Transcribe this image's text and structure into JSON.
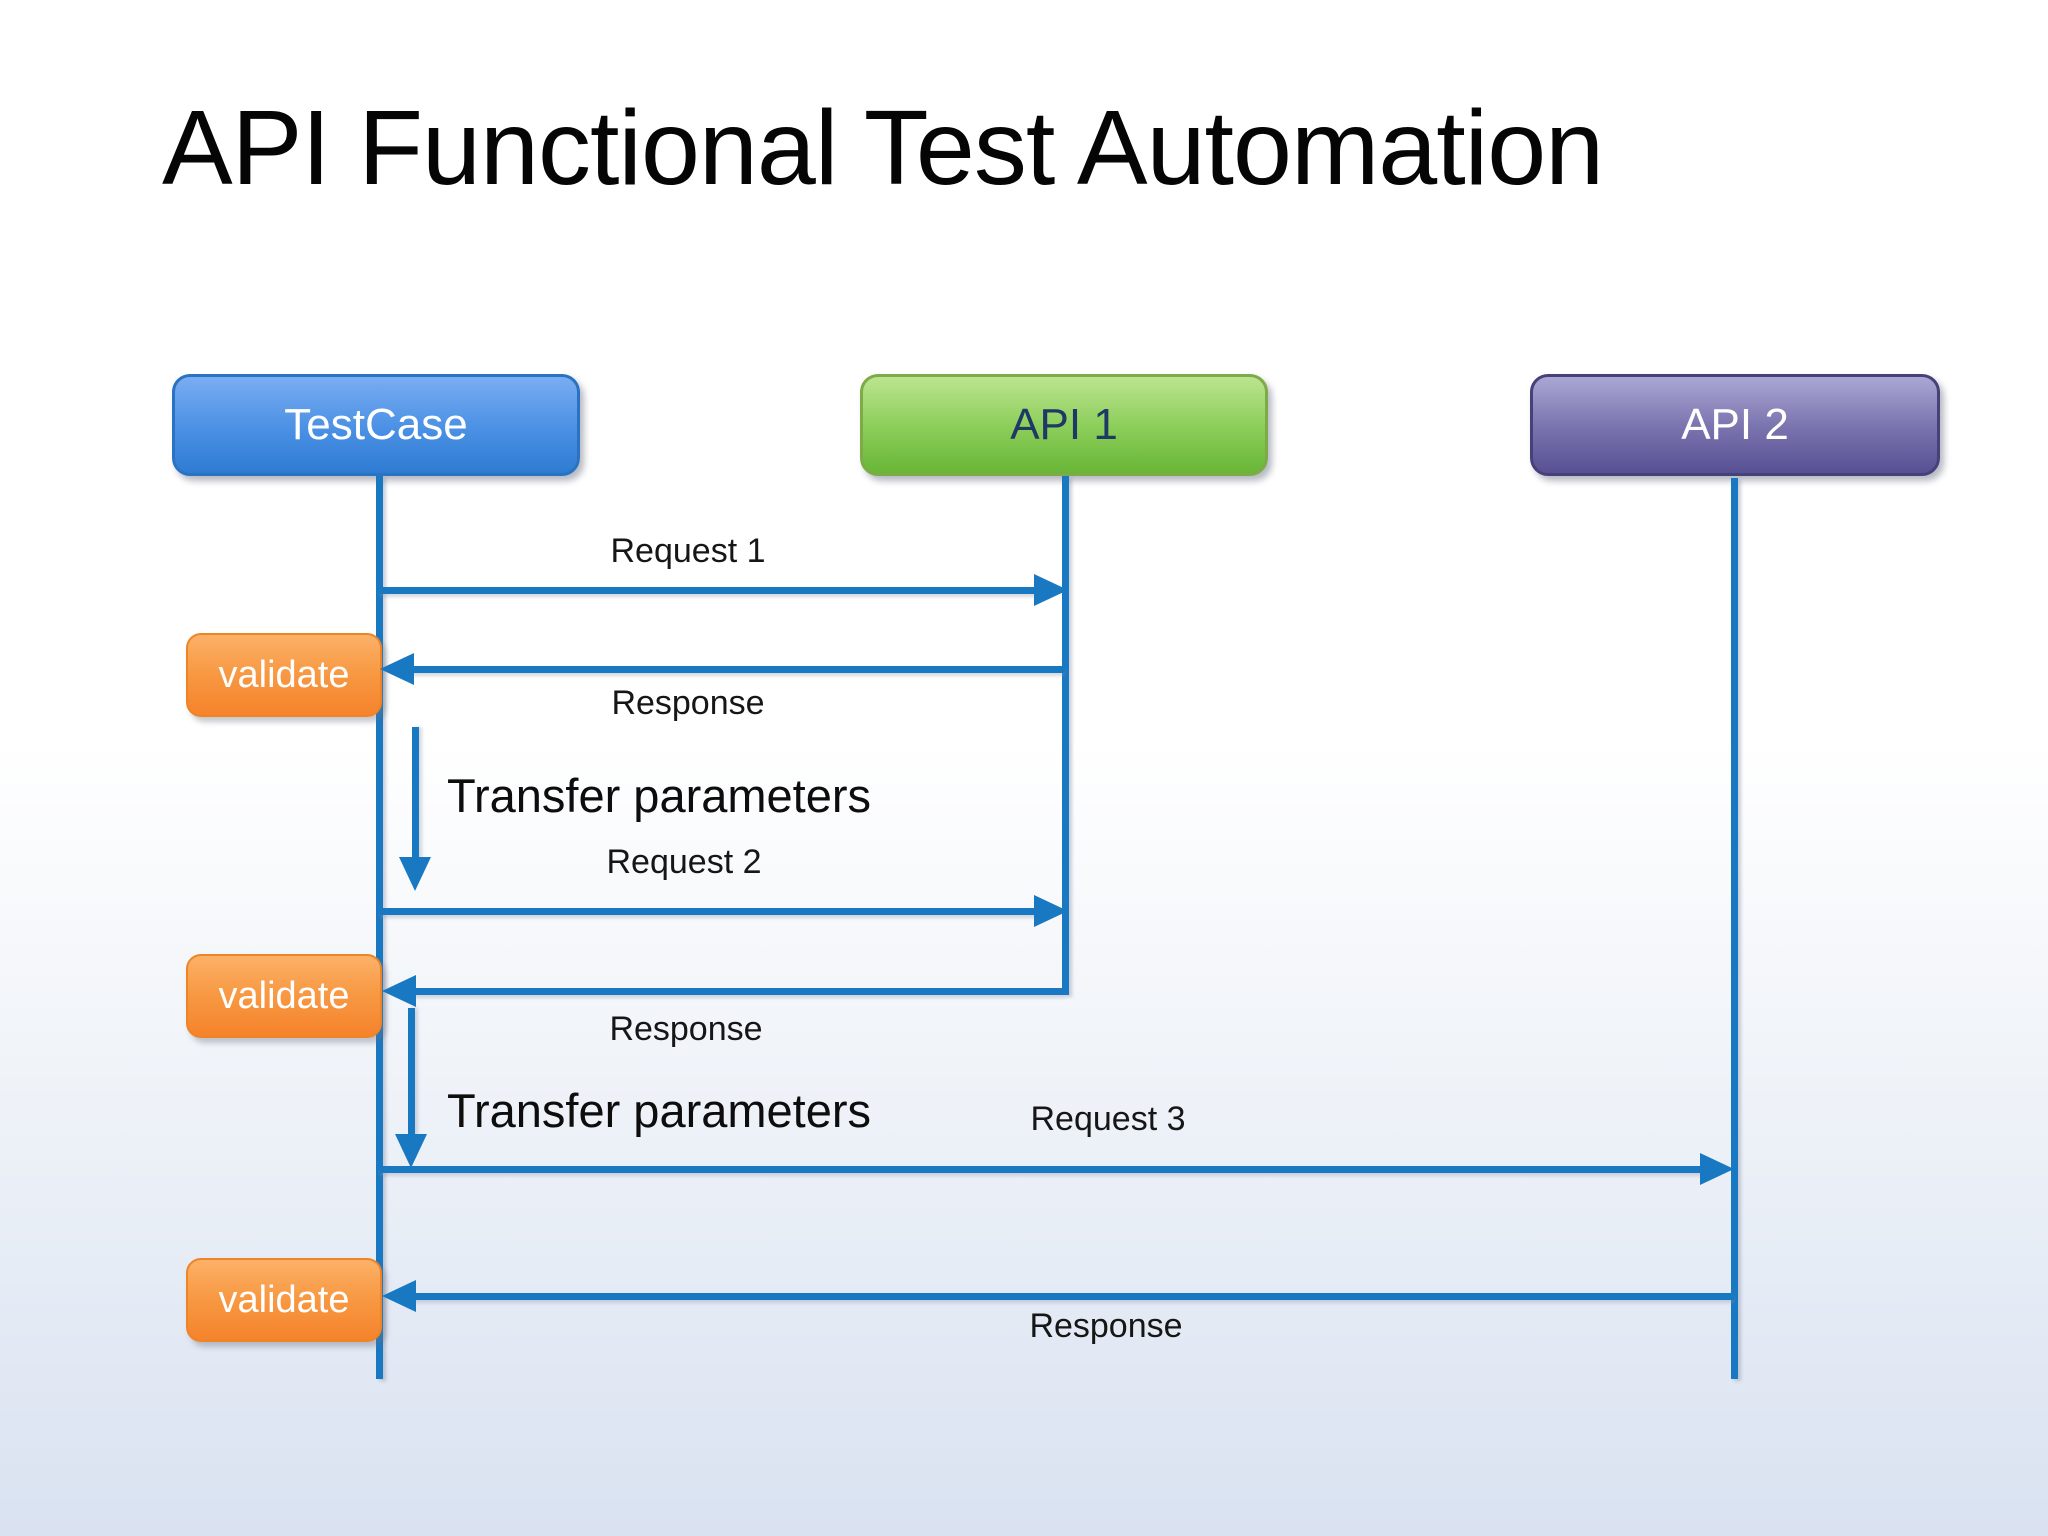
{
  "slide": {
    "title": "API Functional Test Automation"
  },
  "actors": [
    {
      "label": "TestCase"
    },
    {
      "label": "API 1"
    },
    {
      "label": "API 2"
    }
  ],
  "validate_badges": [
    {
      "label": "validate"
    },
    {
      "label": "validate"
    },
    {
      "label": "validate"
    }
  ],
  "messages": [
    {
      "label": "Request 1",
      "from": "TestCase",
      "to": "API 1",
      "direction": "right"
    },
    {
      "label": "Response",
      "from": "API 1",
      "to": "TestCase",
      "direction": "left"
    },
    {
      "label": "Transfer parameters",
      "from": "TestCase",
      "to": "TestCase",
      "direction": "down"
    },
    {
      "label": "Request 2",
      "from": "TestCase",
      "to": "API 1",
      "direction": "right"
    },
    {
      "label": "Response",
      "from": "API 1",
      "to": "TestCase",
      "direction": "left"
    },
    {
      "label": "Transfer parameters",
      "from": "TestCase",
      "to": "TestCase",
      "direction": "down"
    },
    {
      "label": "Request 3",
      "from": "TestCase",
      "to": "API 2",
      "direction": "right"
    },
    {
      "label": "Response",
      "from": "API 2",
      "to": "TestCase",
      "direction": "left"
    }
  ],
  "colors": {
    "arrow_blue": "#1878c2",
    "testcase_box_bottom": "#2e7cd2",
    "testcase_box_top": "#79adf2",
    "api1_box_bottom": "#68b637",
    "api1_box_top": "#bce48f",
    "api1_text": "#1e3a64",
    "api2_box_bottom": "#575093",
    "api2_box_top": "#aaa7d4",
    "validate_box_bottom": "#f5832b",
    "validate_box_top": "#fcb168",
    "title_text": "#050505",
    "background_bottom": "#d9e2f1"
  }
}
